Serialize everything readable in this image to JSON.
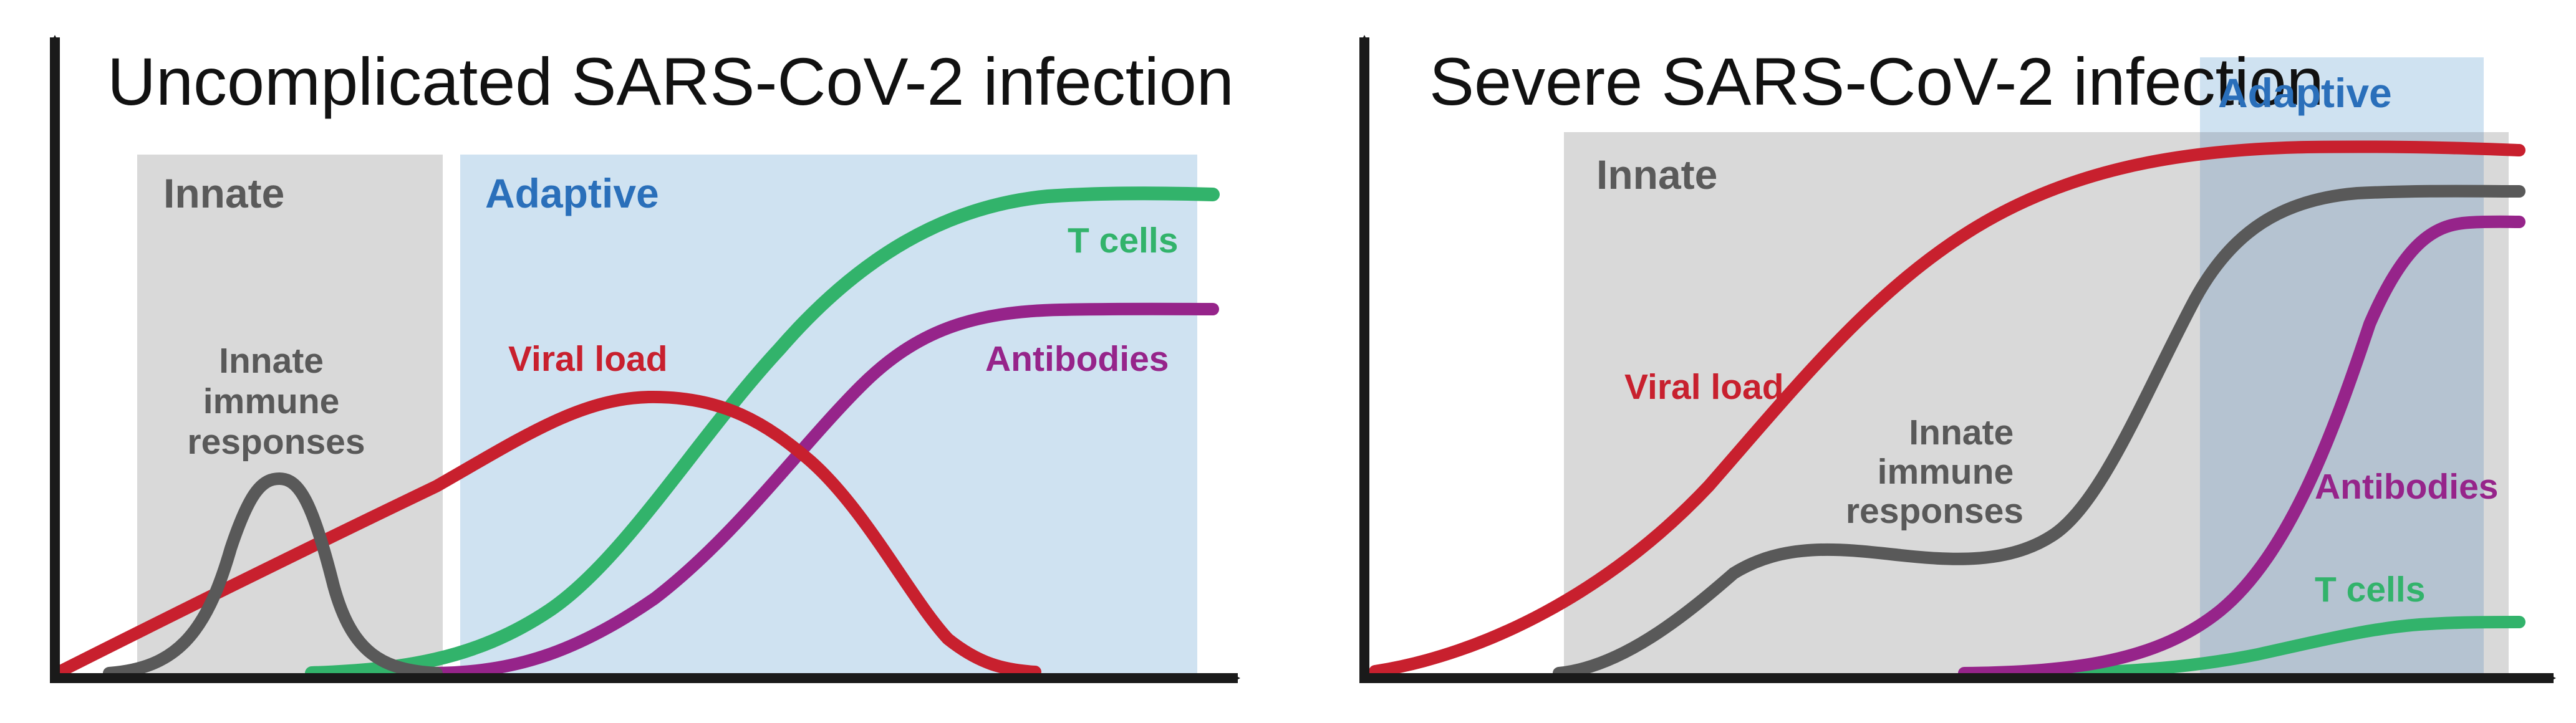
{
  "colors": {
    "axis": "#1a1a1a",
    "viral_load": "#c8202e",
    "t_cells": "#32b36b",
    "antibodies": "#96248a",
    "innate_immune": "#595959",
    "innate_bg": "#d9d9d9",
    "adaptive_bg": "#cfe2f1",
    "adaptive_label": "#2a6fba",
    "innate_label": "#5a5a5a"
  },
  "panels": [
    {
      "title": "Uncomplicated SARS-CoV-2 infection",
      "phases": {
        "innate": "Innate",
        "adaptive": "Adaptive"
      },
      "labels": {
        "innate_immune": [
          "Innate",
          "immune",
          "responses"
        ],
        "viral_load": "Viral load",
        "t_cells": "T cells",
        "antibodies": "Antibodies"
      }
    },
    {
      "title": "Severe SARS-CoV-2 infection",
      "phases": {
        "innate": "Innate",
        "adaptive": "Adaptive"
      },
      "labels": {
        "innate_immune": [
          "Innate",
          "immune",
          "responses"
        ],
        "viral_load": "Viral load",
        "t_cells": "T cells",
        "antibodies": "Antibodies"
      }
    }
  ]
}
